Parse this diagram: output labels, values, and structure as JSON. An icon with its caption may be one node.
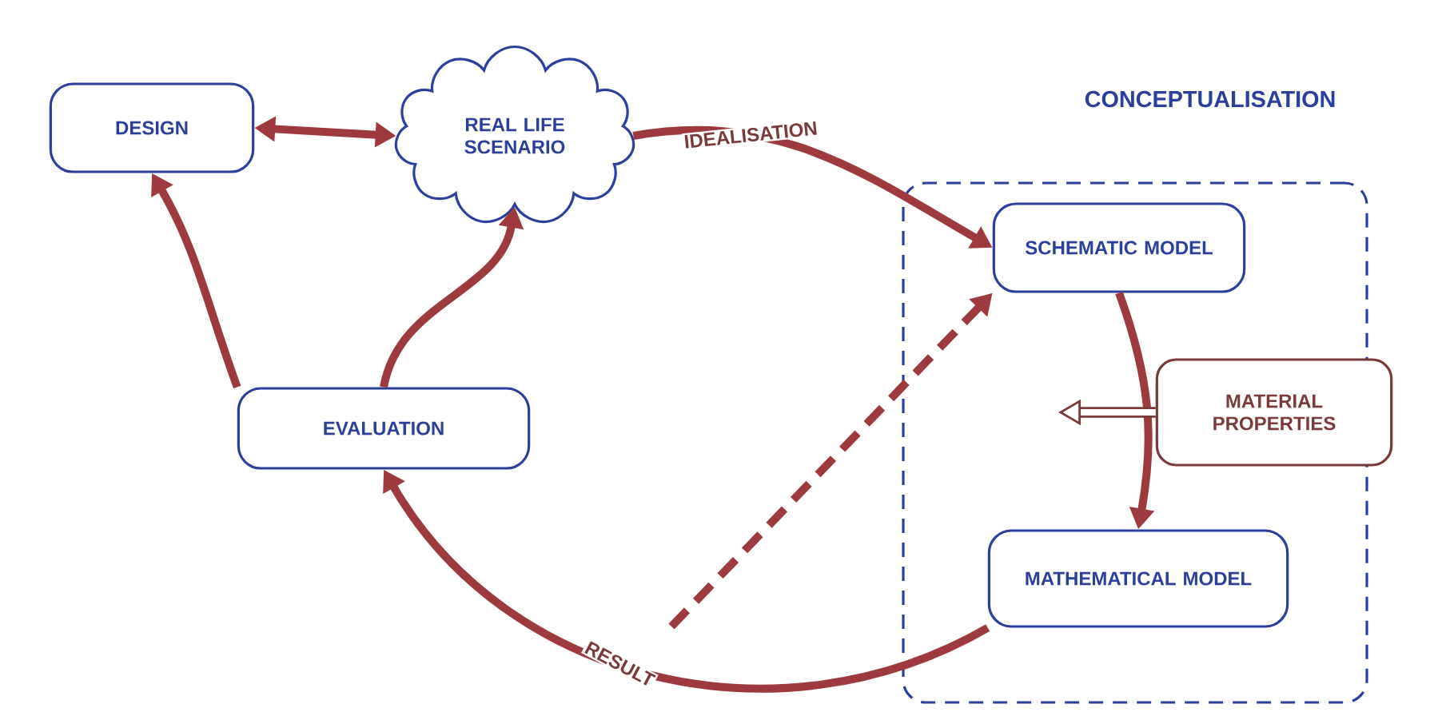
{
  "diagram": {
    "nodes": [
      {
        "text": [
          "DESIGN"
        ]
      },
      {
        "text": [
          "REAL LIFE SCENARIO"
        ]
      },
      {
        "text": [
          "CONCEPTUALISATION"
        ]
      },
      {
        "text": [
          "SCHEMATIC MODEL"
        ],
        "in": 2
      },
      {
        "text": [
          "MATERIAL PROPERTIES"
        ]
      },
      {
        "text": [
          "MATHEMATICAL MODEL"
        ],
        "in": 2
      },
      {
        "text": [
          "EVALUATION"
        ]
      }
    ],
    "edges": [
      {
        "from": 0,
        "to": 1,
        "arrow": "both"
      },
      {
        "from": 1,
        "to": 3,
        "arrow": "to",
        "label": "IDEALISATION"
      },
      {
        "from": 3,
        "to": 5,
        "arrow": "to"
      },
      {
        "from": 4,
        "to": null,
        "arrow": "to",
        "color": "#7a3a3a"
      },
      {
        "from": 5,
        "to": 6,
        "arrow": "to",
        "label": "RESULT"
      },
      {
        "from": null,
        "to": 3,
        "arrow": "to",
        "style": "dashed"
      },
      {
        "from": 6,
        "to": 1,
        "arrow": "to"
      },
      {
        "from": 6,
        "to": 0,
        "arrow": "to"
      }
    ]
  }
}
